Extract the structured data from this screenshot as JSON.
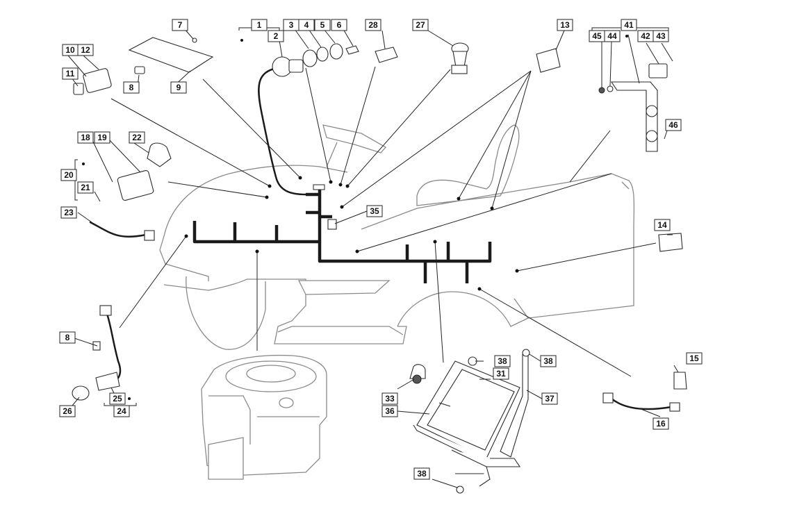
{
  "callouts": [
    {
      "id": "c1",
      "label": "1"
    },
    {
      "id": "c2",
      "label": "2"
    },
    {
      "id": "c3",
      "label": "3"
    },
    {
      "id": "c4",
      "label": "4"
    },
    {
      "id": "c5",
      "label": "5"
    },
    {
      "id": "c6",
      "label": "6"
    },
    {
      "id": "c7",
      "label": "7"
    },
    {
      "id": "c8a",
      "label": "8"
    },
    {
      "id": "c8b",
      "label": "8"
    },
    {
      "id": "c9",
      "label": "9"
    },
    {
      "id": "c10",
      "label": "10"
    },
    {
      "id": "c11",
      "label": "11"
    },
    {
      "id": "c12",
      "label": "12"
    },
    {
      "id": "c13",
      "label": "13"
    },
    {
      "id": "c14",
      "label": "14"
    },
    {
      "id": "c15",
      "label": "15"
    },
    {
      "id": "c16",
      "label": "16"
    },
    {
      "id": "c18",
      "label": "18"
    },
    {
      "id": "c19",
      "label": "19"
    },
    {
      "id": "c20",
      "label": "20"
    },
    {
      "id": "c21",
      "label": "21"
    },
    {
      "id": "c22",
      "label": "22"
    },
    {
      "id": "c23",
      "label": "23"
    },
    {
      "id": "c24",
      "label": "24"
    },
    {
      "id": "c25",
      "label": "25"
    },
    {
      "id": "c26",
      "label": "26"
    },
    {
      "id": "c27",
      "label": "27"
    },
    {
      "id": "c28",
      "label": "28"
    },
    {
      "id": "c31",
      "label": "31"
    },
    {
      "id": "c33",
      "label": "33"
    },
    {
      "id": "c35",
      "label": "35"
    },
    {
      "id": "c36",
      "label": "36"
    },
    {
      "id": "c37",
      "label": "37"
    },
    {
      "id": "c38a",
      "label": "38"
    },
    {
      "id": "c38b",
      "label": "38"
    },
    {
      "id": "c38c",
      "label": "38"
    },
    {
      "id": "c41",
      "label": "41"
    },
    {
      "id": "c42",
      "label": "42"
    },
    {
      "id": "c43",
      "label": "43"
    },
    {
      "id": "c44",
      "label": "44"
    },
    {
      "id": "c45",
      "label": "45"
    },
    {
      "id": "c46",
      "label": "46"
    }
  ],
  "colors": {
    "ink": "#1a1a1a",
    "ghost": "#8a8a8a",
    "background": "#ffffff"
  }
}
